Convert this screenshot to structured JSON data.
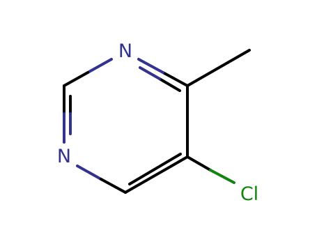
{
  "molecule": {
    "atoms": {
      "n1": {
        "label": "N",
        "color": "#33338f"
      },
      "n3": {
        "label": "N",
        "color": "#33338f"
      },
      "cl": {
        "label": "Cl",
        "color": "#118411"
      }
    },
    "colors": {
      "bond": "#000000",
      "nitrogen": "#33338f",
      "chlorine": "#118411"
    }
  }
}
